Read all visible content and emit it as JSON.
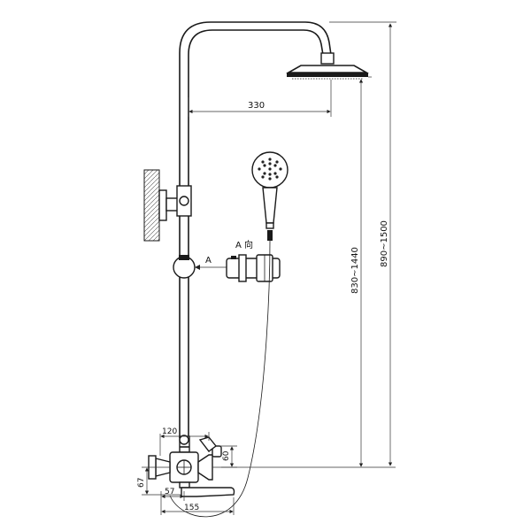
{
  "dimensions": {
    "arm_length": "330",
    "height_range_slide": "830~1440",
    "height_range_total": "890~1500",
    "mixer_width_top": "120",
    "mixer_height": "60",
    "spout_drop": "67",
    "spout_offset": "57",
    "spout_length": "155"
  },
  "view_labels": {
    "arrow_label": "A",
    "view_label": "A  向"
  }
}
